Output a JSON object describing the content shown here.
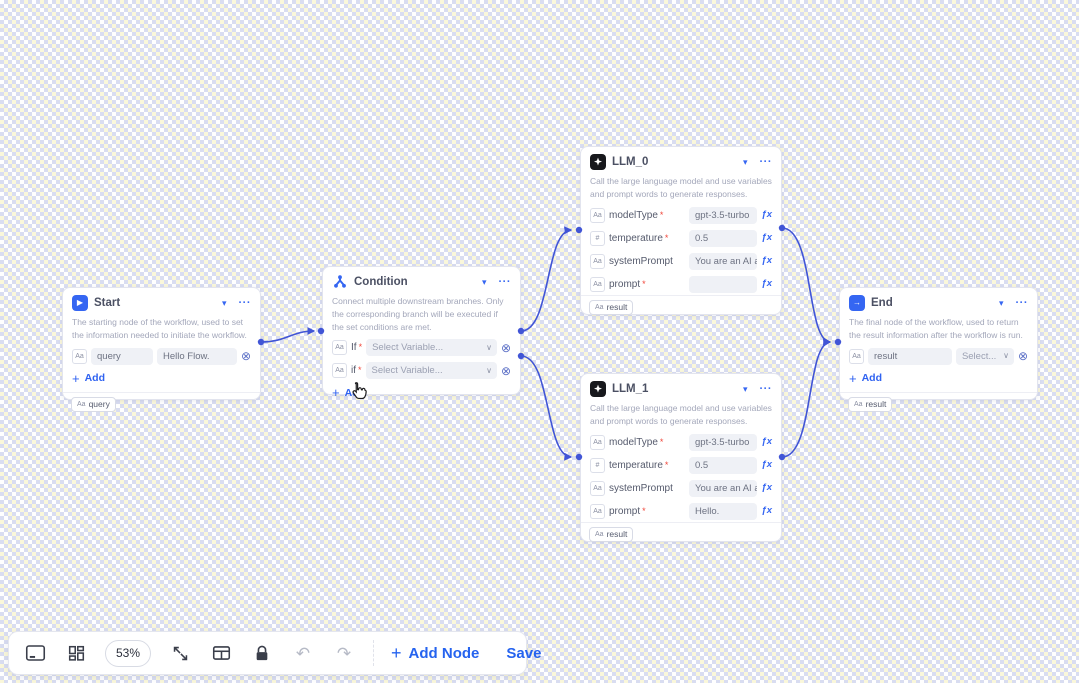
{
  "icons": {
    "caret": "▾",
    "menu_dots": "···",
    "remove": "⊗",
    "chevron": "∨",
    "fx": "ƒx",
    "plus": "+",
    "required": "*",
    "undo": "↶",
    "redo": "↷",
    "start_glyph": "▶",
    "end_glyph": "→"
  },
  "canvas": {
    "accent": "#2f62f1",
    "edge_color": "#4155d6",
    "nodes": [
      {
        "title": "Start",
        "description": "The starting node of the workflow, used to set the information needed to initiate the workflow.",
        "fields": [
          {
            "type": "Aa",
            "name": "query",
            "value": "Hello Flow."
          }
        ],
        "add_label": "Add",
        "outputs": [
          {
            "type": "Aa",
            "label": "query"
          }
        ]
      },
      {
        "title": "Condition",
        "description": "Connect multiple downstream branches. Only the corresponding branch will be executed if the set conditions are met.",
        "fields": [
          {
            "type": "Aa",
            "label": "If",
            "required": true,
            "placeholder": "Select Variable..."
          },
          {
            "type": "Aa",
            "label": "if",
            "required": true,
            "placeholder": "Select Variable..."
          }
        ],
        "add_label": "Add"
      },
      {
        "title": "LLM_0",
        "description": "Call the large language model and use variables and prompt words to generate responses.",
        "fields": [
          {
            "type": "Aa",
            "label": "modelType",
            "required": true,
            "value": "gpt-3.5-turbo"
          },
          {
            "type": "#",
            "label": "temperature",
            "required": true,
            "value": "0.5"
          },
          {
            "type": "Aa",
            "label": "systemPrompt",
            "required": false,
            "value": "You are an AI assistant."
          },
          {
            "type": "Aa",
            "label": "prompt",
            "required": true,
            "value": ""
          }
        ],
        "outputs": [
          {
            "type": "Aa",
            "label": "result"
          }
        ]
      },
      {
        "title": "LLM_1",
        "description": "Call the large language model and use variables and prompt words to generate responses.",
        "fields": [
          {
            "type": "Aa",
            "label": "modelType",
            "required": true,
            "value": "gpt-3.5-turbo"
          },
          {
            "type": "#",
            "label": "temperature",
            "required": true,
            "value": "0.5"
          },
          {
            "type": "Aa",
            "label": "systemPrompt",
            "required": false,
            "value": "You are an AI assistant."
          },
          {
            "type": "Aa",
            "label": "prompt",
            "required": true,
            "value": "Hello."
          }
        ],
        "outputs": [
          {
            "type": "Aa",
            "label": "result"
          }
        ]
      },
      {
        "title": "End",
        "description": "The final node of the workflow, used to return the result information after the workflow is run.",
        "fields": [
          {
            "type": "Aa",
            "name": "result",
            "select": "Select..."
          }
        ],
        "add_label": "Add",
        "outputs": [
          {
            "type": "Aa",
            "label": "result"
          }
        ]
      }
    ]
  },
  "toolbar": {
    "zoom_value": "53%",
    "add_node_label": "Add Node",
    "save_label": "Save"
  }
}
